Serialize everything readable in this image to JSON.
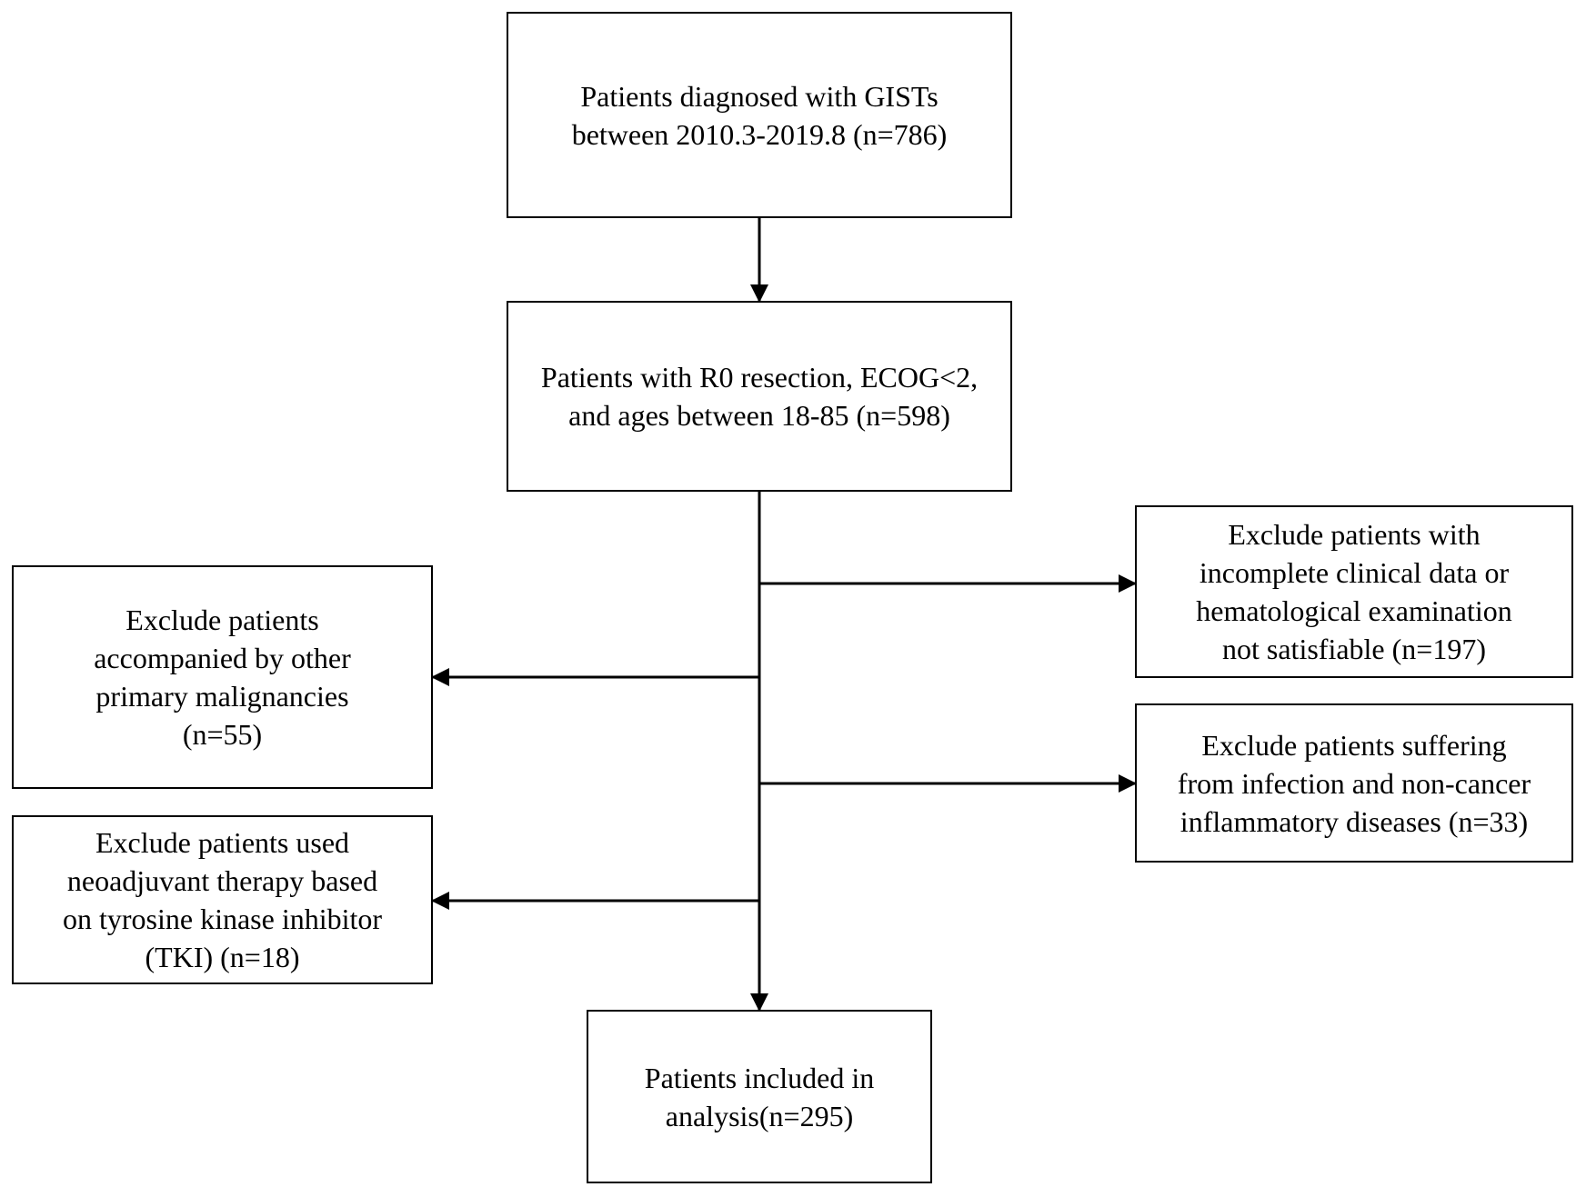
{
  "boxes": {
    "diagnosed": {
      "lines": [
        "Patients diagnosed with GISTs",
        "between 2010.3-2019.8 (n=786)"
      ]
    },
    "r0": {
      "lines": [
        "Patients with R0 resection, ECOG<2,",
        "and ages between 18-85 (n=598)"
      ]
    },
    "incomplete": {
      "lines": [
        "Exclude patients with",
        "incomplete clinical data or",
        "hematological examination",
        "not satisfiable (n=197)"
      ]
    },
    "malignancies": {
      "lines": [
        "Exclude patients",
        "accompanied by other",
        "primary malignancies",
        "(n=55)"
      ]
    },
    "infection": {
      "lines": [
        "Exclude patients suffering",
        "from infection and non-cancer",
        "inflammatory diseases (n=33)"
      ]
    },
    "neoadjuvant": {
      "lines": [
        "Exclude patients used",
        "neoadjuvant therapy based",
        "on tyrosine kinase inhibitor",
        "(TKI) (n=18)"
      ]
    },
    "included": {
      "lines": [
        "Patients included in",
        "analysis(n=295)"
      ]
    }
  },
  "colors": {
    "stroke": "#000000",
    "background": "#ffffff"
  }
}
